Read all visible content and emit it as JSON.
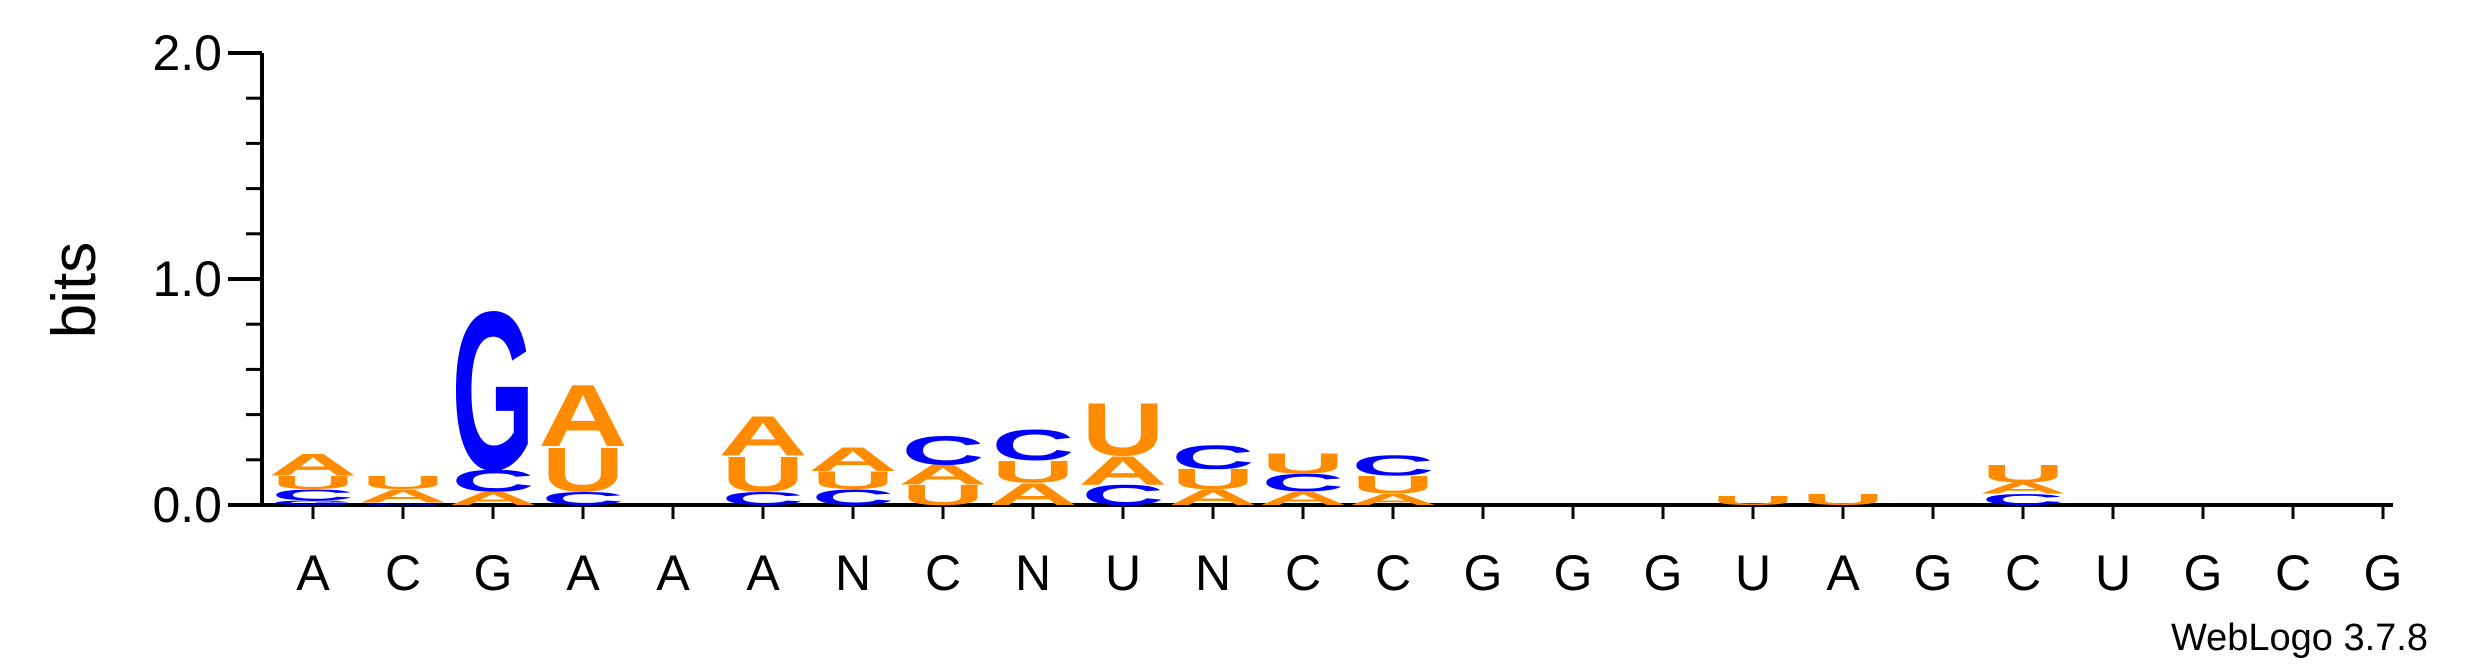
{
  "chart_data": {
    "type": "sequence-logo",
    "ylabel": "bits",
    "ylim": [
      0,
      2.0
    ],
    "yticks": [
      "0.0",
      "1.0",
      "2.0"
    ],
    "credit": "WebLogo 3.7.8",
    "colors": {
      "A": "#ff8c00",
      "U": "#ff8c00",
      "C": "#0000ff",
      "G": "#0000ff"
    },
    "positions": [
      {
        "label": "A",
        "stack": [
          [
            "G",
            0.02
          ],
          [
            "C",
            0.05
          ],
          [
            "U",
            0.06
          ],
          [
            "A",
            0.1
          ]
        ]
      },
      {
        "label": "C",
        "stack": [
          [
            "G",
            0.01
          ],
          [
            "A",
            0.06
          ],
          [
            "U",
            0.06
          ]
        ]
      },
      {
        "label": "G",
        "stack": [
          [
            "A",
            0.06
          ],
          [
            "C",
            0.1
          ],
          [
            "G",
            0.72
          ]
        ]
      },
      {
        "label": "A",
        "stack": [
          [
            "C",
            0.06
          ],
          [
            "U",
            0.2
          ],
          [
            "A",
            0.28
          ]
        ]
      },
      {
        "label": "A",
        "stack": []
      },
      {
        "label": "A",
        "stack": [
          [
            "C",
            0.06
          ],
          [
            "U",
            0.16
          ],
          [
            "A",
            0.18
          ]
        ]
      },
      {
        "label": "N",
        "stack": [
          [
            "C",
            0.07
          ],
          [
            "U",
            0.08
          ],
          [
            "A",
            0.11
          ]
        ]
      },
      {
        "label": "C",
        "stack": [
          [
            "U",
            0.09
          ],
          [
            "A",
            0.09
          ],
          [
            "C",
            0.13
          ]
        ]
      },
      {
        "label": "N",
        "stack": [
          [
            "A",
            0.1
          ],
          [
            "U",
            0.1
          ],
          [
            "C",
            0.14
          ]
        ]
      },
      {
        "label": "U",
        "stack": [
          [
            "C",
            0.09
          ],
          [
            "A",
            0.13
          ],
          [
            "U",
            0.24
          ]
        ]
      },
      {
        "label": "N",
        "stack": [
          [
            "A",
            0.07
          ],
          [
            "U",
            0.09
          ],
          [
            "C",
            0.11
          ]
        ]
      },
      {
        "label": "C",
        "stack": [
          [
            "A",
            0.06
          ],
          [
            "C",
            0.08
          ],
          [
            "U",
            0.09
          ]
        ]
      },
      {
        "label": "C",
        "stack": [
          [
            "A",
            0.05
          ],
          [
            "U",
            0.08
          ],
          [
            "C",
            0.09
          ]
        ]
      },
      {
        "label": "G",
        "stack": []
      },
      {
        "label": "G",
        "stack": []
      },
      {
        "label": "G",
        "stack": []
      },
      {
        "label": "U",
        "stack": [
          [
            "U",
            0.04
          ]
        ]
      },
      {
        "label": "A",
        "stack": [
          [
            "U",
            0.05
          ]
        ]
      },
      {
        "label": "G",
        "stack": []
      },
      {
        "label": "C",
        "stack": [
          [
            "C",
            0.05
          ],
          [
            "A",
            0.05
          ],
          [
            "U",
            0.08
          ]
        ]
      },
      {
        "label": "U",
        "stack": []
      },
      {
        "label": "G",
        "stack": []
      },
      {
        "label": "C",
        "stack": []
      },
      {
        "label": "G",
        "stack": []
      }
    ]
  }
}
